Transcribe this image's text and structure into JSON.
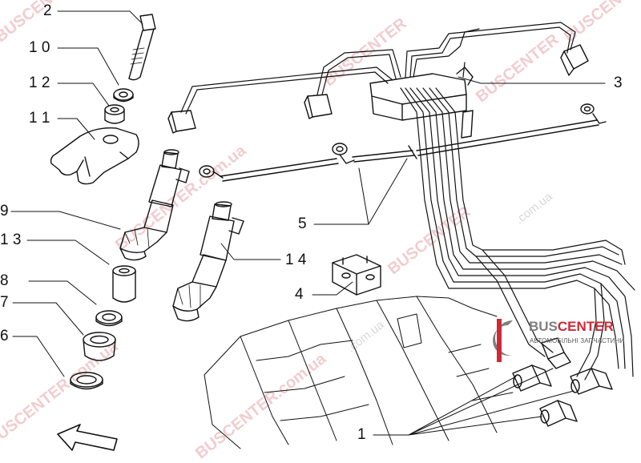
{
  "callouts": {
    "c1": "1",
    "c2": "2",
    "c3": "3",
    "c4": "4",
    "c5": "5",
    "c6": "6",
    "c7": "7",
    "c8": "8",
    "c9": "9",
    "c10": "1 0",
    "c11": "1 1",
    "c12": "1 2",
    "c13": "1 3",
    "c14": "1 4"
  },
  "watermark": {
    "brand": "BUSCENTER",
    "domain": "BUSCENTER.com.ua",
    "site": ".com.ua"
  },
  "logo": {
    "name_part1": "BUS",
    "name_part2": "CENTER",
    "tagline": "АВТОМОБІЛЬНІ ЗАПЧАСТИНИ"
  },
  "colors": {
    "line": "#111111",
    "watermark": "#e8a3a8",
    "logo_red": "#cc2a36"
  }
}
